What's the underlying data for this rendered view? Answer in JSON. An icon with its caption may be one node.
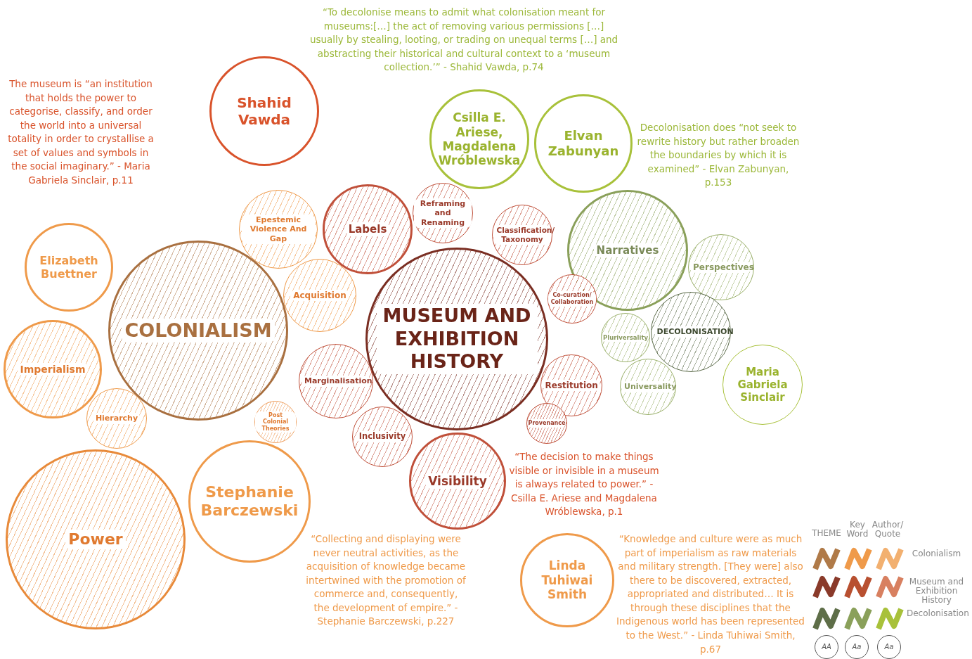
{
  "diagram": {
    "nodes": [
      {
        "text": [
          "Shahid Vawda"
        ]
      },
      {
        "text": [
          "Csilla E. Ariese, Magdalena Wróblewska"
        ]
      },
      {
        "text": [
          "Elvan Zabunyan"
        ]
      },
      {
        "text": [
          "Elizabeth Buettner"
        ]
      },
      {
        "text": [
          "Epestemic Violence And Gap"
        ]
      },
      {
        "text": [
          "Labels"
        ]
      },
      {
        "text": [
          "Reframing and Renaming"
        ]
      },
      {
        "text": [
          "Classification/ Taxonomy"
        ]
      },
      {
        "text": [
          "Narratives"
        ]
      },
      {
        "text": [
          "Perspectives"
        ]
      },
      {
        "text": [
          "COLONIALISM"
        ]
      },
      {
        "text": [
          "Acquisition"
        ]
      },
      {
        "text": [
          "MUSEUM AND EXHIBITION HISTORY"
        ]
      },
      {
        "text": [
          "Co-curation/ Collaboration"
        ]
      },
      {
        "text": [
          "Pluriversality"
        ]
      },
      {
        "text": [
          "DECOLONISATION"
        ]
      },
      {
        "text": [
          "Imperialism"
        ]
      },
      {
        "text": [
          "Marginalisation"
        ]
      },
      {
        "text": [
          "Restitution"
        ]
      },
      {
        "text": [
          "Maria Gabriela Sinclair"
        ]
      },
      {
        "text": [
          "Universality"
        ]
      },
      {
        "text": [
          "Hierarchy"
        ]
      },
      {
        "text": [
          "Post Colonial Theories"
        ]
      },
      {
        "text": [
          "Provenance"
        ]
      },
      {
        "text": [
          "Inclusivity"
        ]
      },
      {
        "text": [
          "Visibility"
        ]
      },
      {
        "text": [
          "Power"
        ]
      },
      {
        "text": [
          "Stephanie Barczewski"
        ]
      },
      {
        "text": [
          "Linda Tuhiwai Smith"
        ]
      },
      {
        "text": [
          "AA"
        ]
      },
      {
        "text": [
          "Aa"
        ]
      },
      {
        "text": [
          "Aa"
        ]
      }
    ],
    "labels": [
      "“To decolonise means to admit what colonisation meant for museums:[…] the act of removing various permissions […] usually by stealing, looting, or trading on unequal terms […] and abstracting their historical and cultural context to a ‘museum collection.’” - Shahid Vawda, p.74",
      "The museum is “an institution that holds the power to categorise, classify, and order the world into a universal totality in order to crystallise a set of values and symbols in the social imaginary.” - Maria Gabriela Sinclair, p.11",
      "Decolonisation does “not seek to rewrite history but rather broaden the boundaries by which it is examined” - Elvan Zabunyan, p.153",
      "“The decision to make things visible or invisible in a museum is always related to power.” - Csilla E. Ariese and Magdalena Wróblewska, p.1",
      "“Collecting and displaying were never neutral activities, as the acquisition of knowledge became intertwined with the promotion of commerce and, consequently, the development of empire.” - Stephanie Barczewski, p.227",
      "“Knowledge and culture were as much part of imperialism as raw materials and military strength. [They were] also there to be discovered, extracted, appropriated and distributed… It is through these disciplines that the Indigenous world has been represented to the West.” - Linda Tuhiwai Smith, p.67",
      "THEME",
      "Key Word",
      "Author/ Quote"
    ],
    "legend": [
      {
        "text": "Colonialism",
        "color": "#b07a48"
      },
      {
        "text": "Museum and Exhibition History",
        "color": "#8a3a2a"
      },
      {
        "text": "Decolonisation",
        "color": "#5e6e48"
      }
    ]
  }
}
